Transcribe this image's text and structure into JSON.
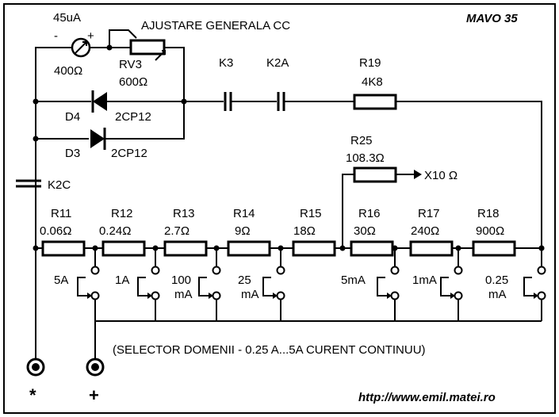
{
  "title": "MAVO 35",
  "website": "http://www.emil.matei.ro",
  "meter": {
    "current": "45uA",
    "resistance": "400Ω",
    "minus": "-",
    "plus": "+"
  },
  "adjust": {
    "label": "AJUSTARE GENERALA CC",
    "name": "RV3",
    "value": "600Ω"
  },
  "diodes": [
    {
      "name": "D4",
      "type": "2CP12"
    },
    {
      "name": "D3",
      "type": "2CP12"
    }
  ],
  "contacts": {
    "k3": "K3",
    "k2a": "K2A",
    "k2c": "K2C"
  },
  "r19": {
    "name": "R19",
    "value": "4K8"
  },
  "r25": {
    "name": "R25",
    "value": "108.3Ω",
    "output": "X10 Ω"
  },
  "shunts": [
    {
      "name": "R11",
      "value": "0.06Ω"
    },
    {
      "name": "R12",
      "value": "0.24Ω"
    },
    {
      "name": "R13",
      "value": "2.7Ω"
    },
    {
      "name": "R14",
      "value": "9Ω"
    },
    {
      "name": "R15",
      "value": "18Ω"
    },
    {
      "name": "R16",
      "value": "30Ω"
    },
    {
      "name": "R17",
      "value": "240Ω"
    },
    {
      "name": "R18",
      "value": "900Ω"
    }
  ],
  "ranges": [
    {
      "l1": "5A",
      "l2": ""
    },
    {
      "l1": "1A",
      "l2": ""
    },
    {
      "l1": "100",
      "l2": "mA"
    },
    {
      "l1": "25",
      "l2": "mA"
    },
    {
      "l1": "5mA",
      "l2": ""
    },
    {
      "l1": "1mA",
      "l2": ""
    },
    {
      "l1": "0.25",
      "l2": "mA"
    }
  ],
  "selector_caption": "(SELECTOR DOMENII - 0.25 A...5A CURENT CONTINUU)",
  "terminals": {
    "common": "*",
    "positive": "+"
  }
}
